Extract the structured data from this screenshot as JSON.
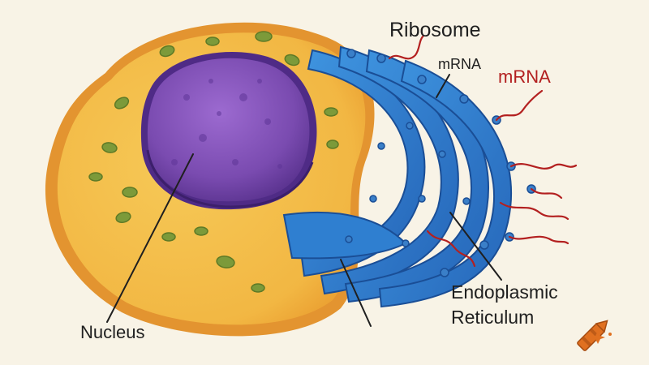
{
  "labels": {
    "ribosome": "Ribosome",
    "mrna_1": "mRNA",
    "mrna_2": "mRNA",
    "er_line1": "Endoplasmic",
    "er_line2": "Reticulum",
    "nucleus": "Nucleus"
  },
  "colors": {
    "background": "#f8f3e6",
    "cytoplasm": "#f2b743",
    "cytoplasm_edge": "#e08a1c",
    "nucleus": "#7a4bb0",
    "nucleus_edge": "#4f2b86",
    "organelle_green": "#7c9a3a",
    "er_blue": "#2f7fd0",
    "er_edge": "#1a4e96",
    "ribosome": "#3a7fc8",
    "mrna_red": "#b32020",
    "leader_line": "#1f1f1f",
    "crayon": "#e07020"
  },
  "icons": [
    "crayon-icon",
    "sparkle-icon"
  ]
}
